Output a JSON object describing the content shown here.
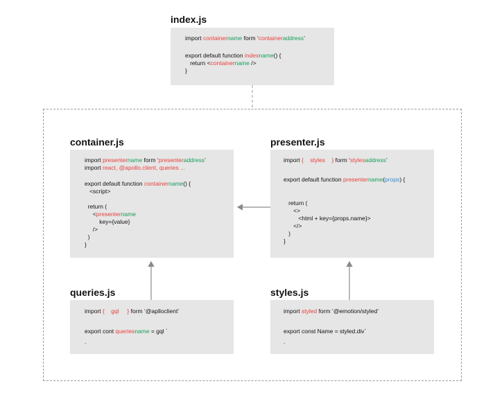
{
  "index": {
    "title": "index.js",
    "l1": {
      "a": "import ",
      "b": "container",
      "c": "name",
      "d": " form ‘",
      "e": "container",
      "f": "address",
      "g": "’"
    },
    "l2": {
      "a": "export default function ",
      "b": "index",
      "c": "name",
      "d": "() {"
    },
    "l3": {
      "a": "   return <",
      "b": "container",
      "c": "name",
      "d": " />"
    },
    "l4": "}"
  },
  "container": {
    "title": "container.js",
    "l1": {
      "a": "import ",
      "b": "presenter",
      "c": "name",
      "d": " form ‘",
      "e": "presenter",
      "f": "address",
      "g": "’"
    },
    "l2": {
      "a": "import ",
      "b": "react, @apollo.client, queries ..."
    },
    "l3": {
      "a": "export default function ",
      "b": "container",
      "c": "name",
      "d": "() {"
    },
    "l4": "   <script>",
    "l5": "  return (",
    "l6": {
      "a": "     <",
      "b": "presenter",
      "c": "name"
    },
    "l7": "         key={value}",
    "l8": "     />",
    "l9": "  )",
    "l10": "}"
  },
  "presenter": {
    "title": "presenter.js",
    "l1": {
      "a": "import ",
      "b": "{    styles    }",
      "c": " form ‘",
      "d": "styles",
      "e": "address",
      "f": "’"
    },
    "l2": {
      "a": "export default function ",
      "b": "presenter",
      "c": "name",
      "d": "(",
      "e": "props",
      "f": ") {"
    },
    "l3": "   return (",
    "l4": "      <>",
    "l5": "         <html + key={props.name}>",
    "l6": "      </>",
    "l7": "   )",
    "l8": "}"
  },
  "queries": {
    "title": "queries.js",
    "l1": {
      "a": "import ",
      "b": "{    gql     }",
      "c": " form ‘@aplloclient’"
    },
    "l2": {
      "a": "export cont ",
      "b": "queries",
      "c": "name",
      "d": " = gql `"
    },
    "l3": "."
  },
  "styles": {
    "title": "styles.js",
    "l1": {
      "a": "import ",
      "b": "styled",
      "c": " form ‘@emotion/styled’"
    },
    "l2": "export const Name = styled.div`",
    "l3": "."
  },
  "colors": {
    "box_bg": "#e6e6e6",
    "keyword_red": "#e8403c",
    "name_green": "#159e5a",
    "props_blue": "#2f8fd8",
    "connector_gray": "#8a8a8a"
  }
}
